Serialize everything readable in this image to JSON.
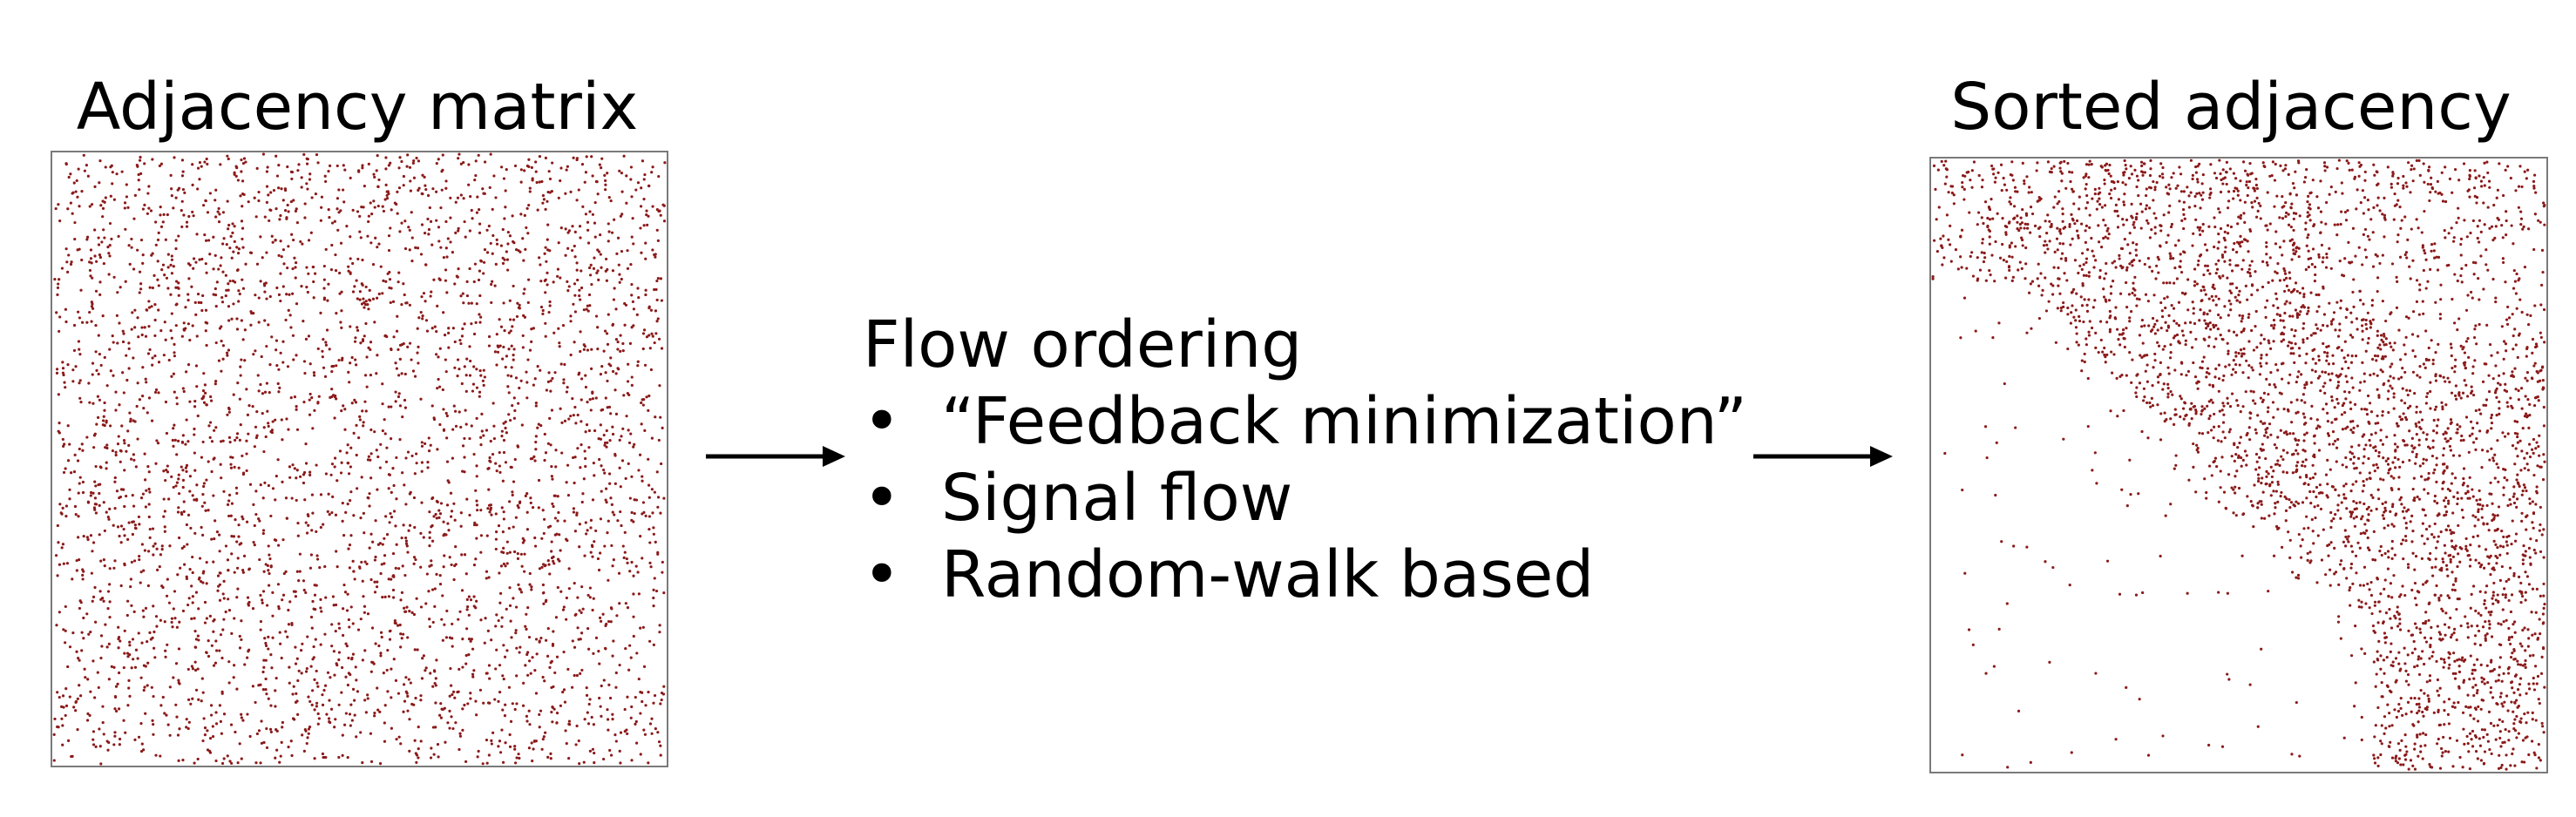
{
  "left_panel": {
    "title": "Adjacency matrix"
  },
  "methods": {
    "heading": "Flow ordering",
    "items": [
      {
        "bullet": "•",
        "label": "“Feedback minimization”"
      },
      {
        "bullet": "•",
        "label": "Signal flow"
      },
      {
        "bullet": "•",
        "label": "Random-walk based"
      }
    ]
  },
  "right_panel": {
    "title": "Sorted adjacency"
  },
  "colors": {
    "dot": "#8b1a1a",
    "frame": "#7a7a7a",
    "arrow": "#000000"
  }
}
